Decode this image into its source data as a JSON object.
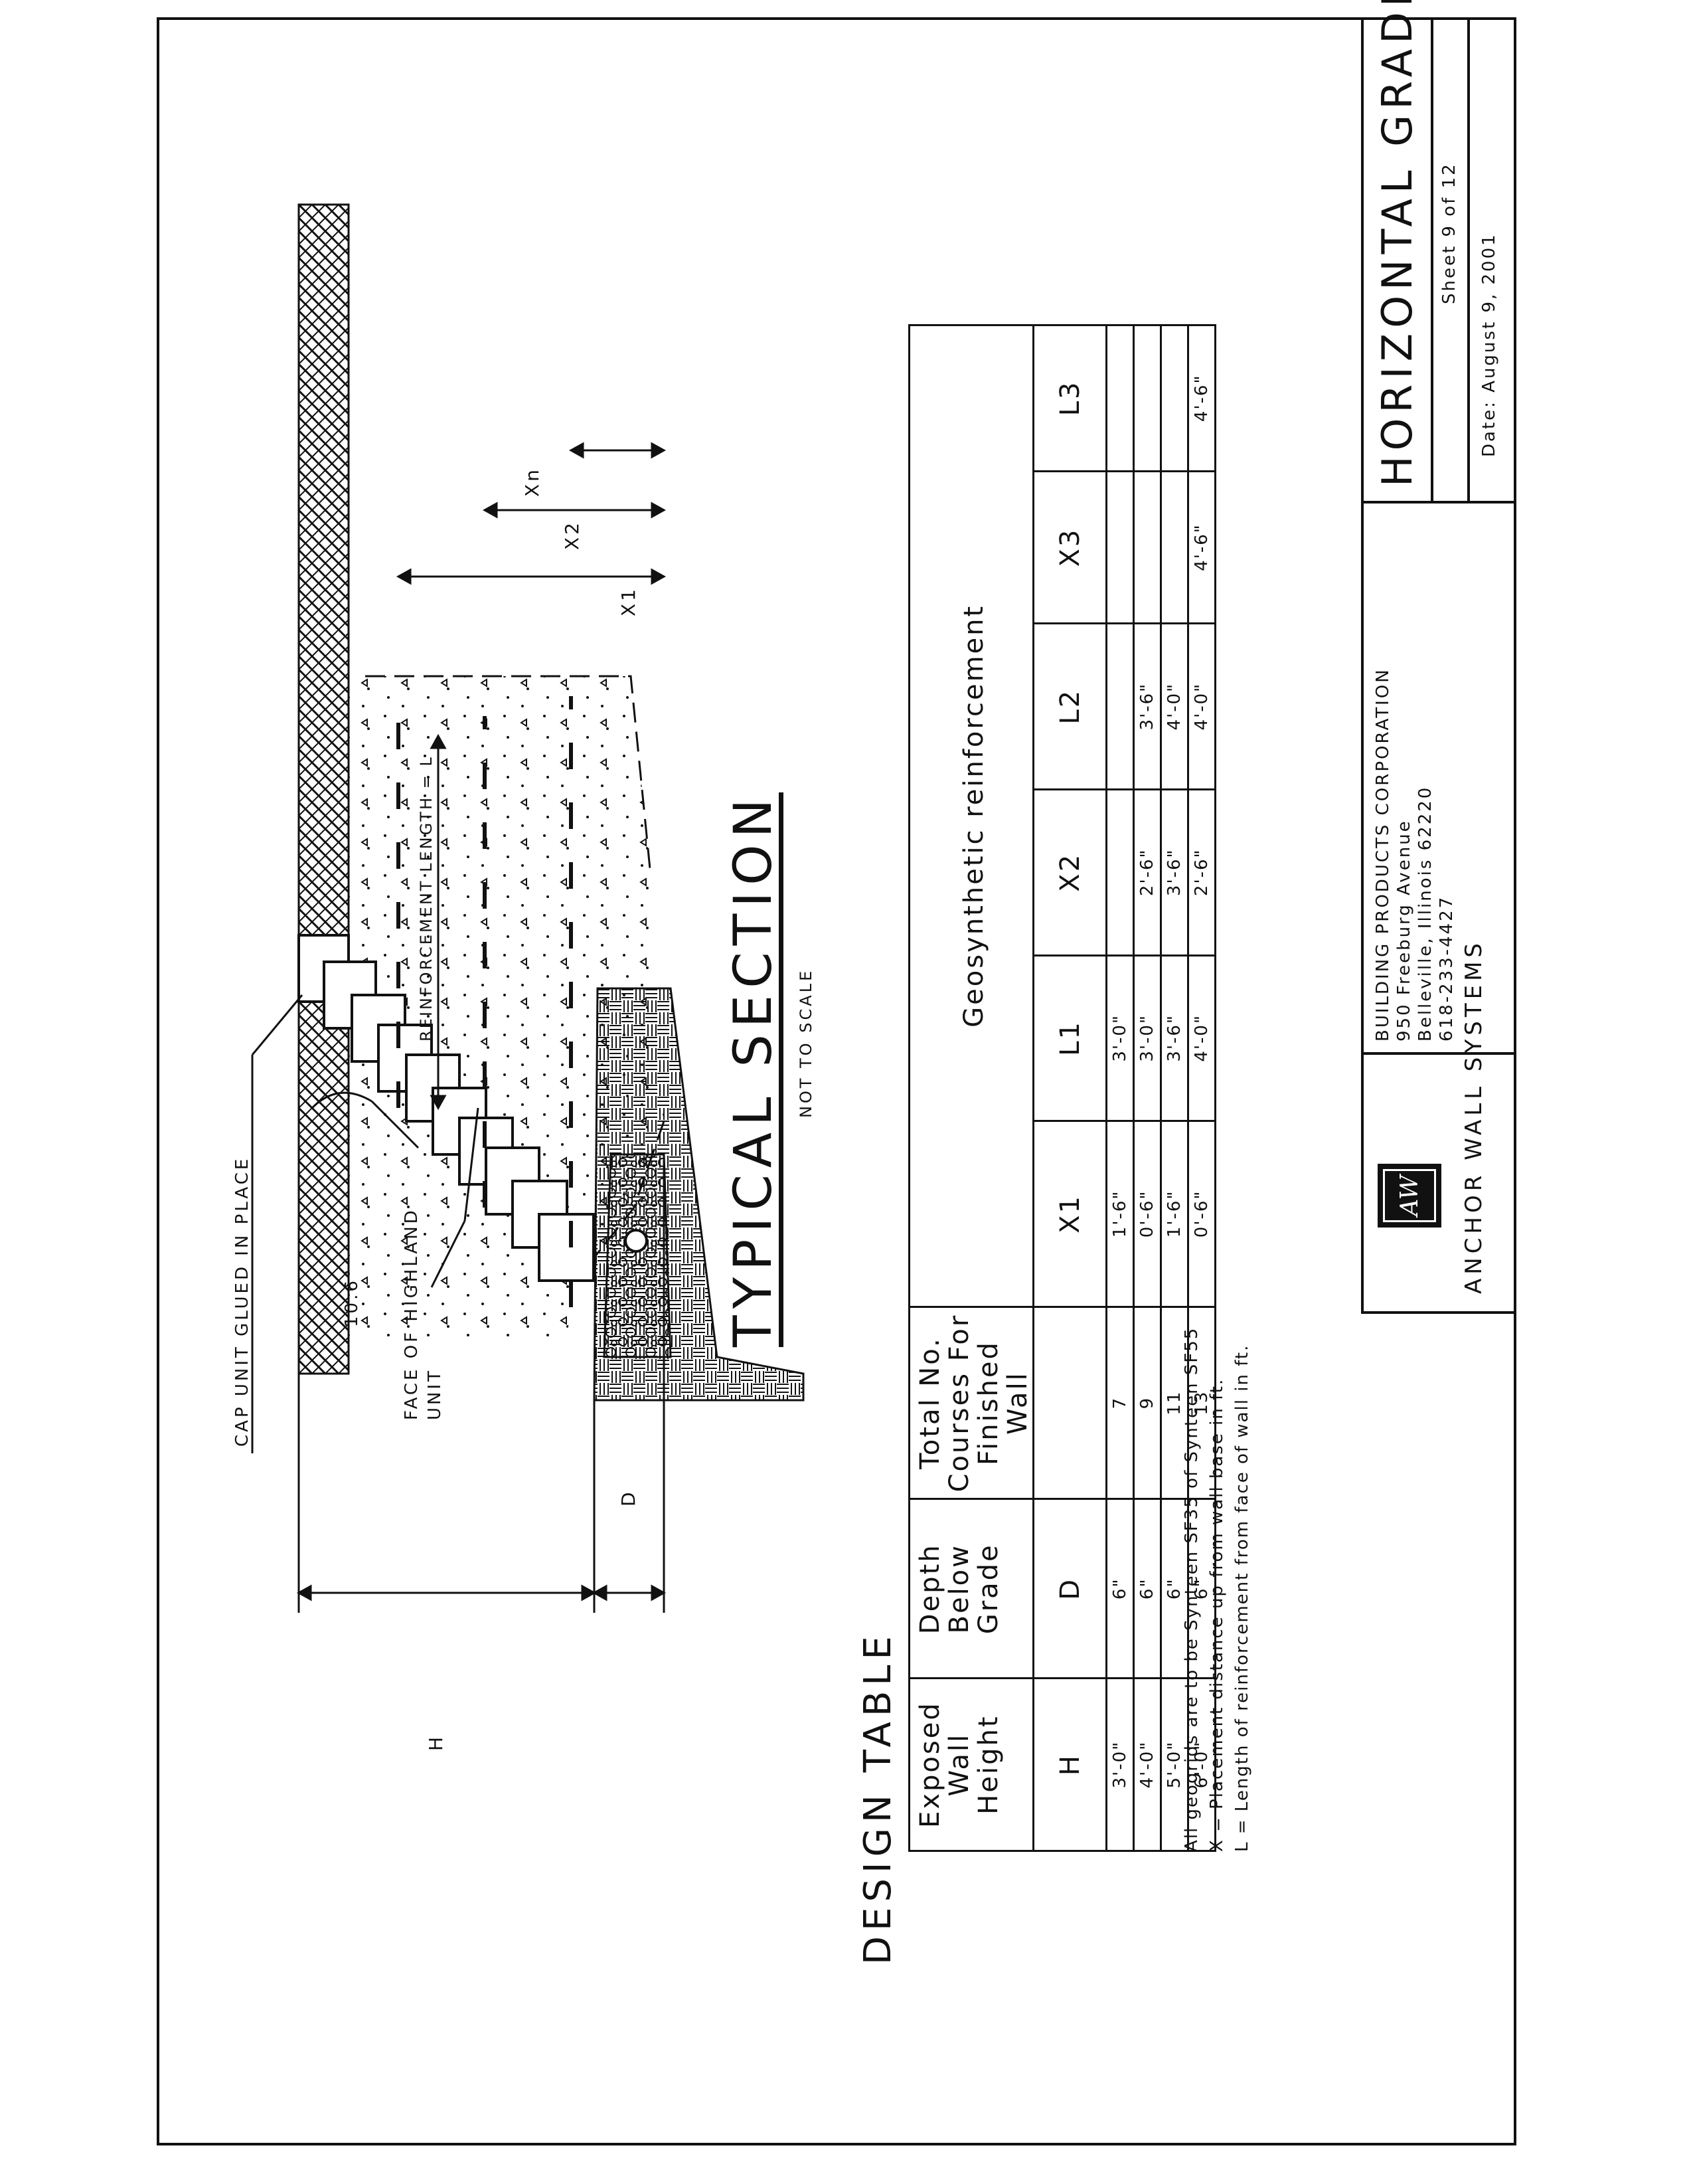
{
  "diagram": {
    "callouts": {
      "cap_unit": "CAP UNIT GLUED IN PLACE",
      "face_line1": "FACE OF HIGHLAND",
      "face_line2": "UNIT",
      "batter_angle": "10.6°",
      "reinforcement_length": "REINFORCEMENT LENGTH = L",
      "dim_h": "H",
      "dim_d": "D",
      "dim_x1": "X1",
      "dim_x2": "X2",
      "dim_xn": "Xn"
    },
    "section_title": "TYPICAL SECTION",
    "section_subtitle": "NOT TO SCALE"
  },
  "design_table": {
    "title": "DESIGN TABLE",
    "headers": {
      "exposed": "Exposed Wall Height",
      "depth": "Depth Below Grade",
      "courses": "Total No. Courses For Finished Wall",
      "geosynthetic": "Geosynthetic reinforcement"
    },
    "symbols": [
      "H",
      "D",
      "X1",
      "L1",
      "X2",
      "L2",
      "X3",
      "L3"
    ],
    "rows": [
      {
        "h": "3'-0\"",
        "d": "6\"",
        "courses": "7",
        "x1": "1'-6\"",
        "l1": "3'-0\"",
        "x2": "",
        "l2": "",
        "x3": "",
        "l3": ""
      },
      {
        "h": "4'-0\"",
        "d": "6\"",
        "courses": "9",
        "x1": "0'-6\"",
        "l1": "3'-0\"",
        "x2": "2'-6\"",
        "l2": "3'-6\"",
        "x3": "",
        "l3": ""
      },
      {
        "h": "5'-0\"",
        "d": "6\"",
        "courses": "11",
        "x1": "1'-6\"",
        "l1": "3'-6\"",
        "x2": "3'-6\"",
        "l2": "4'-0\"",
        "x3": "",
        "l3": ""
      },
      {
        "h": "6'-0\"",
        "d": "6\"",
        "courses": "13",
        "x1": "0'-6\"",
        "l1": "4'-0\"",
        "x2": "2'-6\"",
        "l2": "4'-0\"",
        "x3": "4'-6\"",
        "l3": "4'-6\""
      }
    ],
    "notes": [
      "All geogrids are to be Synteen SF35 of Synteen SF55",
      "X = Placement distance up from wall base in ft.",
      "L = Length of reinforcement from face of wall in ft."
    ]
  },
  "title_block": {
    "logo_letters": "AW",
    "company_brand": "ANCHOR WALL SYSTEMS",
    "company": "BUILDING PRODUCTS CORPORATION",
    "address1": "950 Freeburg Avenue",
    "address2": "Belleville, Illinois 62220",
    "phone": "618-233-4427",
    "drawing_title": "HORIZONTAL GRADE",
    "sheet": "Sheet 9 of 12",
    "date": "Date:  August 9, 2001"
  }
}
